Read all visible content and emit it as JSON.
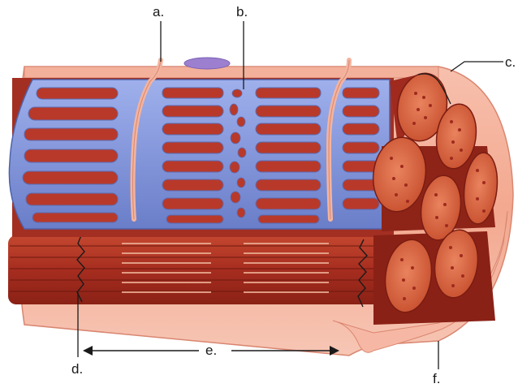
{
  "labels": {
    "a": "a.",
    "b": "b.",
    "c": "c.",
    "d": "d.",
    "e": "e.",
    "f": "f."
  },
  "colors": {
    "sarcolemma": "#f2a690",
    "sarcolemma_light": "#f9cdbd",
    "muscle_red": "#b8392a",
    "muscle_dark": "#8e2418",
    "fibril_face": "#d45a3a",
    "reticulum_blue": "#7b8fd6",
    "reticulum_light": "#a9b8ee",
    "line": "#1a1a1a"
  }
}
